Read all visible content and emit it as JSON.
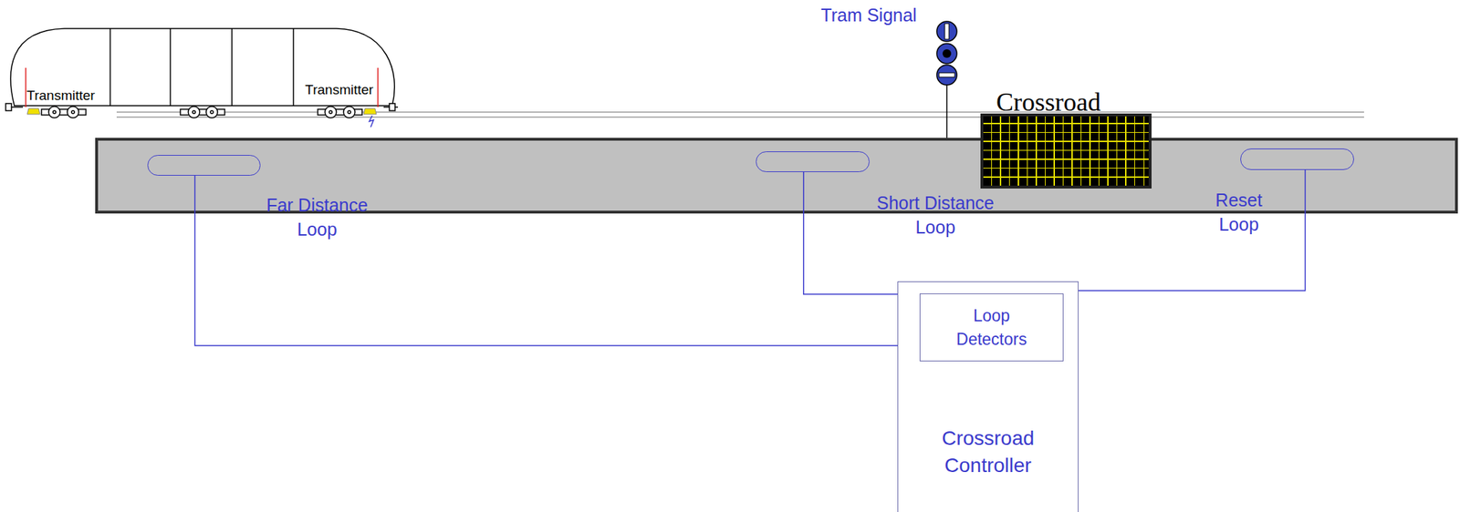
{
  "diagram": {
    "nodes": [
      {
        "text": [
          "Far Distance Loop"
        ]
      },
      {
        "text": [
          "Short Distance Loop"
        ]
      },
      {
        "text": [
          "Crossroad"
        ]
      },
      {
        "text": [
          "Reset Loop"
        ]
      },
      {
        "text": [
          "Crossroad Controller"
        ]
      },
      {
        "text": [
          "Loop Detectors"
        ],
        "in": 4
      }
    ],
    "edges": [
      {
        "from": 0,
        "to": 4,
        "arrow": "none"
      },
      {
        "from": 1,
        "to": 4,
        "arrow": "none"
      },
      {
        "from": 3,
        "to": 4,
        "arrow": "none"
      }
    ],
    "labels": [
      "Transmitter",
      "Transmitter",
      "Tram Signal"
    ]
  }
}
